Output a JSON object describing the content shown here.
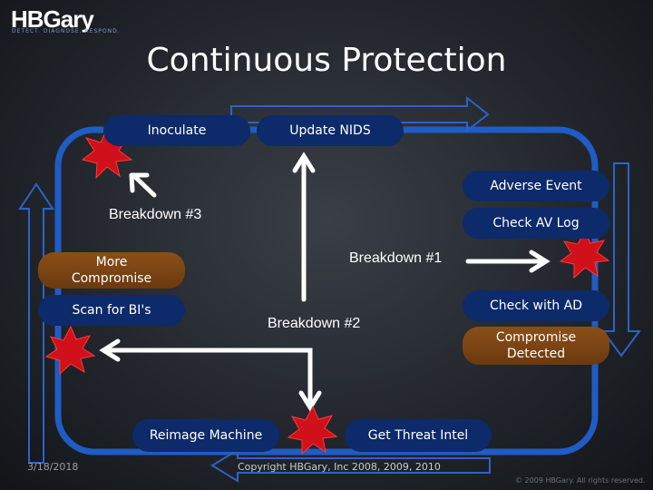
{
  "header": {
    "logo": "HBGary",
    "tagline": "DETECT. DIAGNOSE. RESPOND.",
    "title": "Continuous Protection"
  },
  "nodes": {
    "inoculate": "Inoculate",
    "update_nids": "Update NIDS",
    "adverse_event": "Adverse Event",
    "check_av_log": "Check AV Log",
    "more_compromise": "More Compromise",
    "scan_for_bis": "Scan for BI's",
    "check_with_ad": "Check with AD",
    "compromise_detected": "Compromise Detected",
    "reimage_machine": "Reimage Machine",
    "get_threat_intel": "Get Threat Intel"
  },
  "breakdowns": {
    "b1": "Breakdown #1",
    "b2": "Breakdown #2",
    "b3": "Breakdown #3"
  },
  "footer": {
    "date": "3/18/2018",
    "copyright": "Copyright HBGary, Inc 2008, 2009, 2010",
    "corner": "© 2009 HBGary. All rights reserved."
  },
  "colors": {
    "cycle_blue": "#1f5cc4",
    "node_blue": "#0d2a6a",
    "node_orange": "#7a4514",
    "burst_red": "#d0101a"
  }
}
